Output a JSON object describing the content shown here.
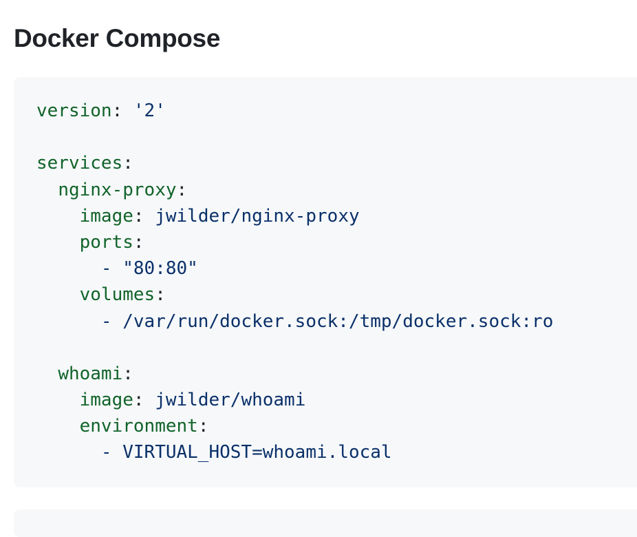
{
  "heading": "Docker Compose",
  "code": {
    "language": "yaml",
    "colors": {
      "background": "#f6f8fa",
      "key": "#116329",
      "value": "#0a3069",
      "punctuation": "#1f2328"
    },
    "lines": [
      {
        "indent": "",
        "key": "version",
        "colon": ":",
        "value": " '2'"
      },
      {
        "indent": "",
        "key": "",
        "colon": "",
        "value": ""
      },
      {
        "indent": "",
        "key": "services",
        "colon": ":",
        "value": ""
      },
      {
        "indent": "  ",
        "key": "nginx-proxy",
        "colon": ":",
        "value": ""
      },
      {
        "indent": "    ",
        "key": "image",
        "colon": ":",
        "value": " jwilder/nginx-proxy"
      },
      {
        "indent": "    ",
        "key": "ports",
        "colon": ":",
        "value": ""
      },
      {
        "indent": "      ",
        "key": "",
        "colon": "",
        "value": "- \"80:80\""
      },
      {
        "indent": "    ",
        "key": "volumes",
        "colon": ":",
        "value": ""
      },
      {
        "indent": "      ",
        "key": "",
        "colon": "",
        "value": "- /var/run/docker.sock:/tmp/docker.sock:ro"
      },
      {
        "indent": "",
        "key": "",
        "colon": "",
        "value": ""
      },
      {
        "indent": "  ",
        "key": "whoami",
        "colon": ":",
        "value": ""
      },
      {
        "indent": "    ",
        "key": "image",
        "colon": ":",
        "value": " jwilder/whoami"
      },
      {
        "indent": "    ",
        "key": "environment",
        "colon": ":",
        "value": ""
      },
      {
        "indent": "      ",
        "key": "",
        "colon": "",
        "value": "- VIRTUAL_HOST=whoami.local"
      }
    ]
  }
}
